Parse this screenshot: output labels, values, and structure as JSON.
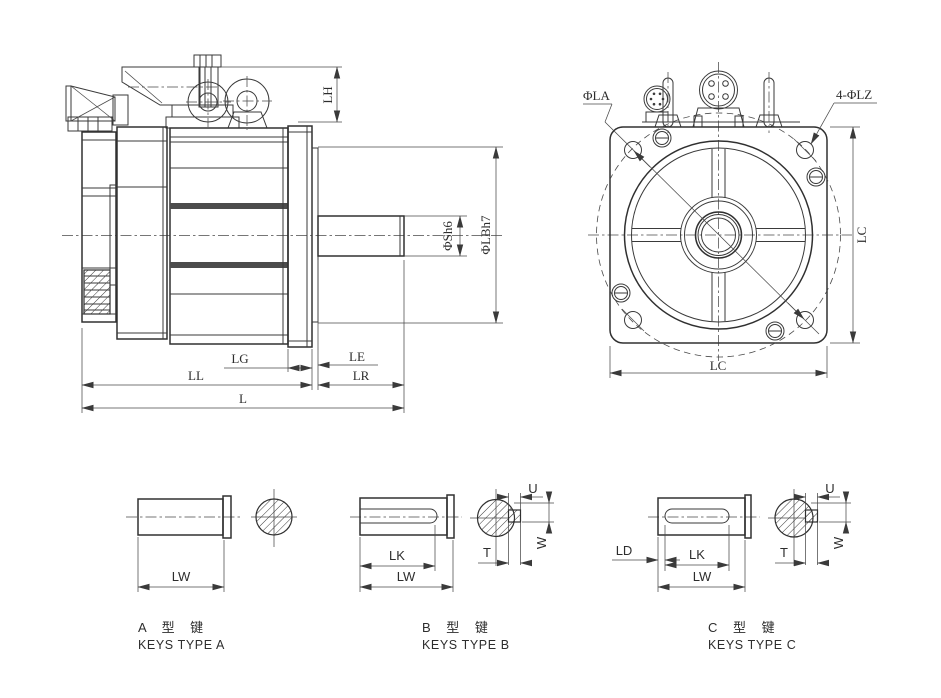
{
  "drawing": {
    "background": "#ffffff",
    "line_color": "#3a3a3a",
    "side_view": {
      "dim_lh": "LH",
      "dim_shaft_dia": "ΦSh6",
      "dim_pilot_dia": "ΦLBh7",
      "dim_lg": "LG",
      "dim_le": "LE",
      "dim_ll": "LL",
      "dim_lr": "LR",
      "dim_l": "L"
    },
    "front_view": {
      "dim_bolt_circle": "ΦLA",
      "dim_mount_holes": "4-ΦLZ",
      "dim_lc_vertical": "LC",
      "dim_lc_horizontal": "LC"
    },
    "keys": {
      "type_a": {
        "dim_lw": "LW",
        "caption_cn": "A 型 键",
        "caption_en": "KEYS TYPE A"
      },
      "type_b": {
        "dim_lk": "LK",
        "dim_lw": "LW",
        "dim_u": "U",
        "dim_w": "W",
        "dim_t": "T",
        "caption_cn": "B 型 键",
        "caption_en": "KEYS TYPE B"
      },
      "type_c": {
        "dim_ld": "LD",
        "dim_lk": "LK",
        "dim_lw": "LW",
        "dim_u": "U",
        "dim_w": "W",
        "dim_t": "T",
        "caption_cn": "C 型 键",
        "caption_en": "KEYS TYPE C"
      }
    }
  }
}
